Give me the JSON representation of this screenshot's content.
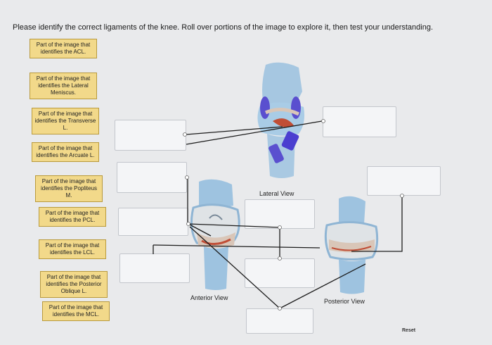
{
  "instruction": "Please identify the correct ligaments of the knee. Roll over portions of the image to explore it, then test your understanding.",
  "labels": [
    "Part of the image that identifies the ACL.",
    "Part of the image that identifies the Lateral Meniscus.",
    "Part of the image that identifies the Transverse L.",
    "Part of the image that identifies the Arcuate L.",
    "Part of the image that identifies the Popliteus M.",
    "Part of the image that identifies the PCL.",
    "Part of the image that identifies the LCL.",
    "Part of the image that identifies the Posterior Oblique L.",
    "Part of the image that identifies the MCL."
  ],
  "views": {
    "lateral": "Lateral View",
    "anterior": "Anterior View",
    "posterior": "Posterior View"
  },
  "reset_label": "Reset",
  "colors": {
    "tile": "#f2d98a",
    "bone": "#9ec3e0",
    "ligament_purple": "#5a4fcf",
    "meniscus": "#d9c6b8"
  }
}
